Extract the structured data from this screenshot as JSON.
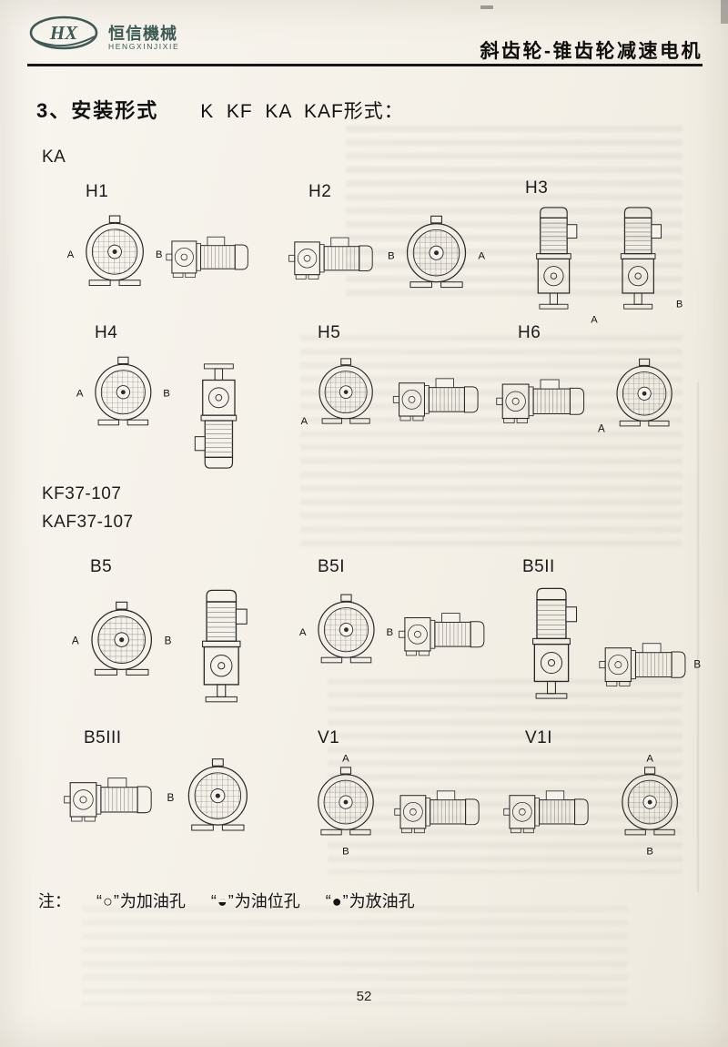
{
  "page": {
    "number": "52"
  },
  "colors": {
    "brand": "#3e5a55",
    "ink": "#161616",
    "paper": "#f4f0e7"
  },
  "header": {
    "logo_hx": "HX",
    "brand_cn": "恒信機械",
    "brand_en": "HENGXINJIXIE",
    "title": "斜齿轮-锥齿轮减速电机"
  },
  "section": {
    "heading": "3、安装形式",
    "forms": "K  KF  KA  KAF形式："
  },
  "groups": {
    "ka": "KA",
    "kf": "KF37-107",
    "kaf": "KAF37-107"
  },
  "diagrams": {
    "h1": {
      "label": "H1",
      "ann1": "A",
      "ann2": "B"
    },
    "h2": {
      "label": "H2",
      "ann1": "B",
      "ann2": "A"
    },
    "h3": {
      "label": "H3",
      "ann1": "A",
      "ann2": "B"
    },
    "h4": {
      "label": "H4",
      "ann1": "A",
      "ann2": "B"
    },
    "h5": {
      "label": "H5",
      "ann1": "A"
    },
    "h6": {
      "label": "H6",
      "ann1": "A"
    },
    "b5": {
      "label": "B5",
      "ann1": "A",
      "ann2": "B"
    },
    "b5i": {
      "label": "B5I",
      "ann1": "A",
      "ann2": "B"
    },
    "b5ii": {
      "label": "B5II",
      "ann1": "B"
    },
    "b5iii": {
      "label": "B5III",
      "ann1": "B"
    },
    "v1": {
      "label": "V1",
      "ann1": "A",
      "ann2": "B"
    },
    "v1i": {
      "label": "V1I",
      "ann1": "A",
      "ann2": "B"
    }
  },
  "legend": {
    "prefix": "注：",
    "items": [
      {
        "symbol": "“○”",
        "text": "为加油孔"
      },
      {
        "symbol": "“◒”",
        "text": "为油位孔"
      },
      {
        "symbol": "“●”",
        "text": "为放油孔"
      }
    ]
  }
}
